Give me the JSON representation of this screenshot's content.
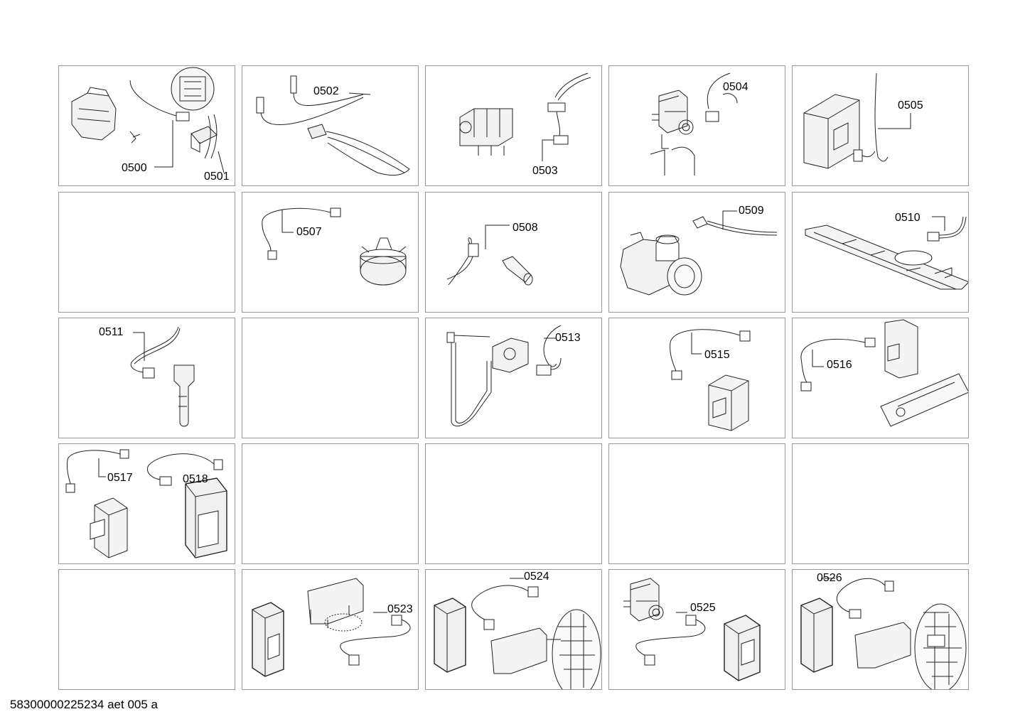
{
  "footer_code": "58300000225234 aet 005 a",
  "rows": [
    [
      {
        "labels": [
          "0500",
          "0501"
        ],
        "drawing": "motor"
      },
      {
        "labels": [
          "0502"
        ],
        "drawing": "heater"
      },
      {
        "labels": [
          "0503"
        ],
        "drawing": "valve-block"
      },
      {
        "labels": [
          "0504"
        ],
        "drawing": "inlet-valve"
      },
      {
        "labels": [
          "0505"
        ],
        "drawing": "control-module"
      }
    ],
    [
      {
        "labels": [],
        "drawing": ""
      },
      {
        "labels": [
          "0507"
        ],
        "drawing": "pressure-sensor"
      },
      {
        "labels": [
          "0508"
        ],
        "drawing": "ntc-sensor"
      },
      {
        "labels": [
          "0509"
        ],
        "drawing": "drain-pump"
      },
      {
        "labels": [
          "0510"
        ],
        "drawing": "rail-board"
      }
    ],
    [
      {
        "labels": [
          "0511"
        ],
        "drawing": "probe"
      },
      {
        "labels": [],
        "drawing": ""
      },
      {
        "labels": [
          "0513"
        ],
        "drawing": "hose-valve"
      },
      {
        "labels": [
          "0515"
        ],
        "drawing": "module-harness"
      },
      {
        "labels": [
          "0516"
        ],
        "drawing": "module-board"
      }
    ],
    [
      {
        "labels": [
          "0517",
          "0518"
        ],
        "drawing": "two-modules"
      },
      {
        "labels": [],
        "drawing": ""
      },
      {
        "labels": [],
        "drawing": ""
      },
      {
        "labels": [],
        "drawing": ""
      },
      {
        "labels": [],
        "drawing": ""
      }
    ],
    [
      {
        "labels": [],
        "drawing": ""
      },
      {
        "labels": [
          "0523"
        ],
        "drawing": "module-frame"
      },
      {
        "labels": [
          "0524"
        ],
        "drawing": "module-frame-detail"
      },
      {
        "labels": [
          "0525"
        ],
        "drawing": "valve-module"
      },
      {
        "labels": [
          "0526"
        ],
        "drawing": "module-frame-detail"
      }
    ]
  ]
}
